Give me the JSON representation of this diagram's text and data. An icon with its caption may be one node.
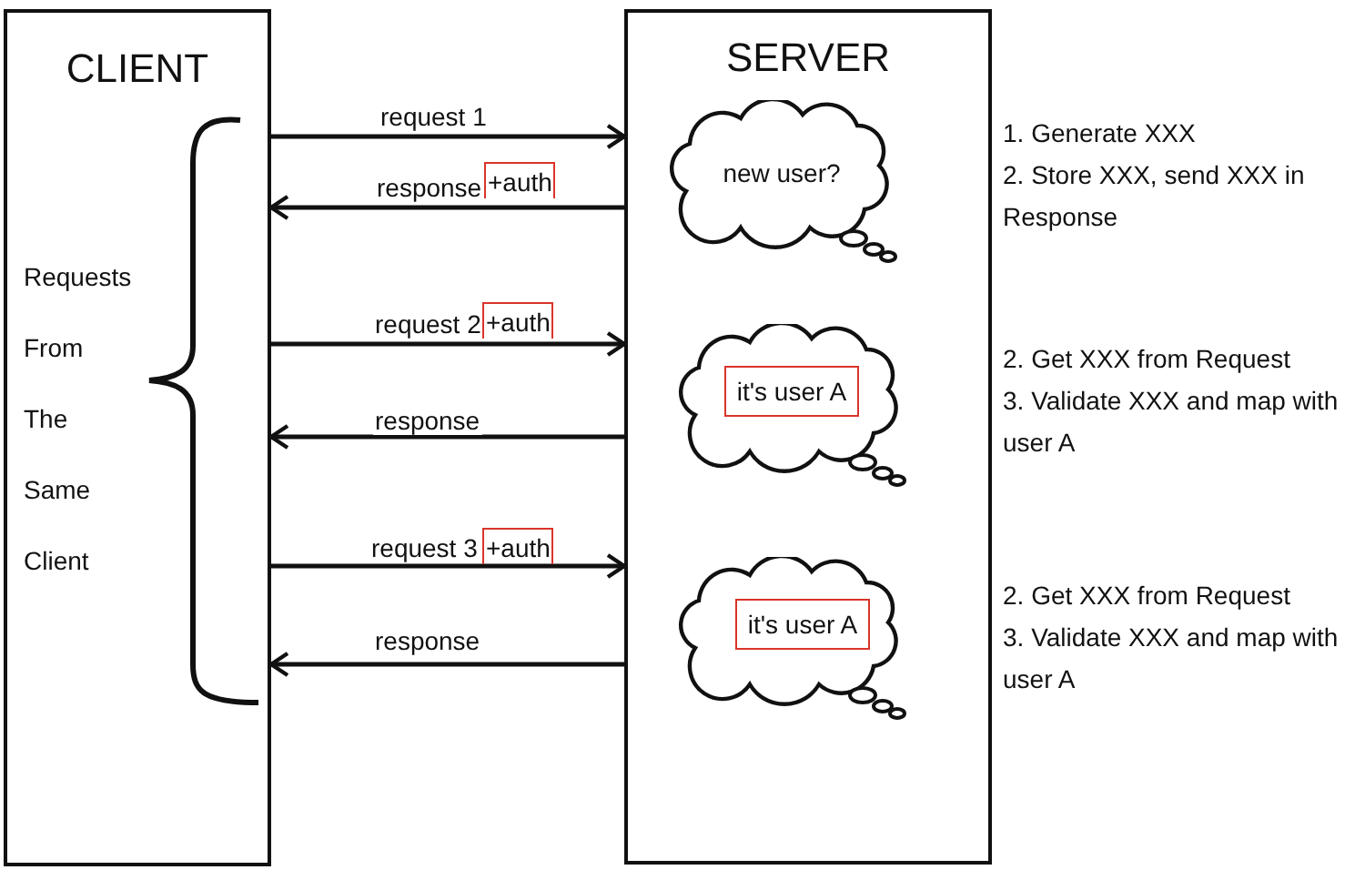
{
  "diagram": {
    "nodes": [
      {
        "text": [
          "CLIENT"
        ]
      },
      {
        "text": [
          "SERVER"
        ]
      },
      {
        "text": [],
        "shape": "cloud",
        "in": 1
      },
      {
        "text": [
          "new user?"
        ],
        "in": 2
      },
      {
        "text": [],
        "shape": "cloud",
        "in": 1
      },
      {
        "text": [
          "it's user A"
        ],
        "in": 4
      },
      {
        "text": [],
        "shape": "cloud",
        "in": 1
      },
      {
        "text": [
          "it's user A"
        ],
        "in": 6
      }
    ],
    "edges": [
      {
        "from": 0,
        "to": 1,
        "arrow": "to",
        "label": "request 1"
      },
      {
        "from": 1,
        "to": 0,
        "arrow": "to",
        "label": "response"
      },
      {
        "from": 0,
        "to": 1,
        "arrow": "to",
        "label": "request 2"
      },
      {
        "from": 1,
        "to": 0,
        "arrow": "to",
        "label": "response"
      },
      {
        "from": 0,
        "to": 1,
        "arrow": "to",
        "label": "request 3"
      },
      {
        "from": 1,
        "to": 0,
        "arrow": "to",
        "label": "response"
      }
    ],
    "labels": [
      "+auth",
      "+auth",
      "+auth",
      "Requests From The Same Client",
      "1. Generate XXX",
      "2. Store XXX, send XXX in Response",
      "2. Get XXX from Request",
      "3. Validate XXX and map with user A",
      "2. Get XXX from Request",
      "3. Validate XXX and map with user A"
    ]
  }
}
